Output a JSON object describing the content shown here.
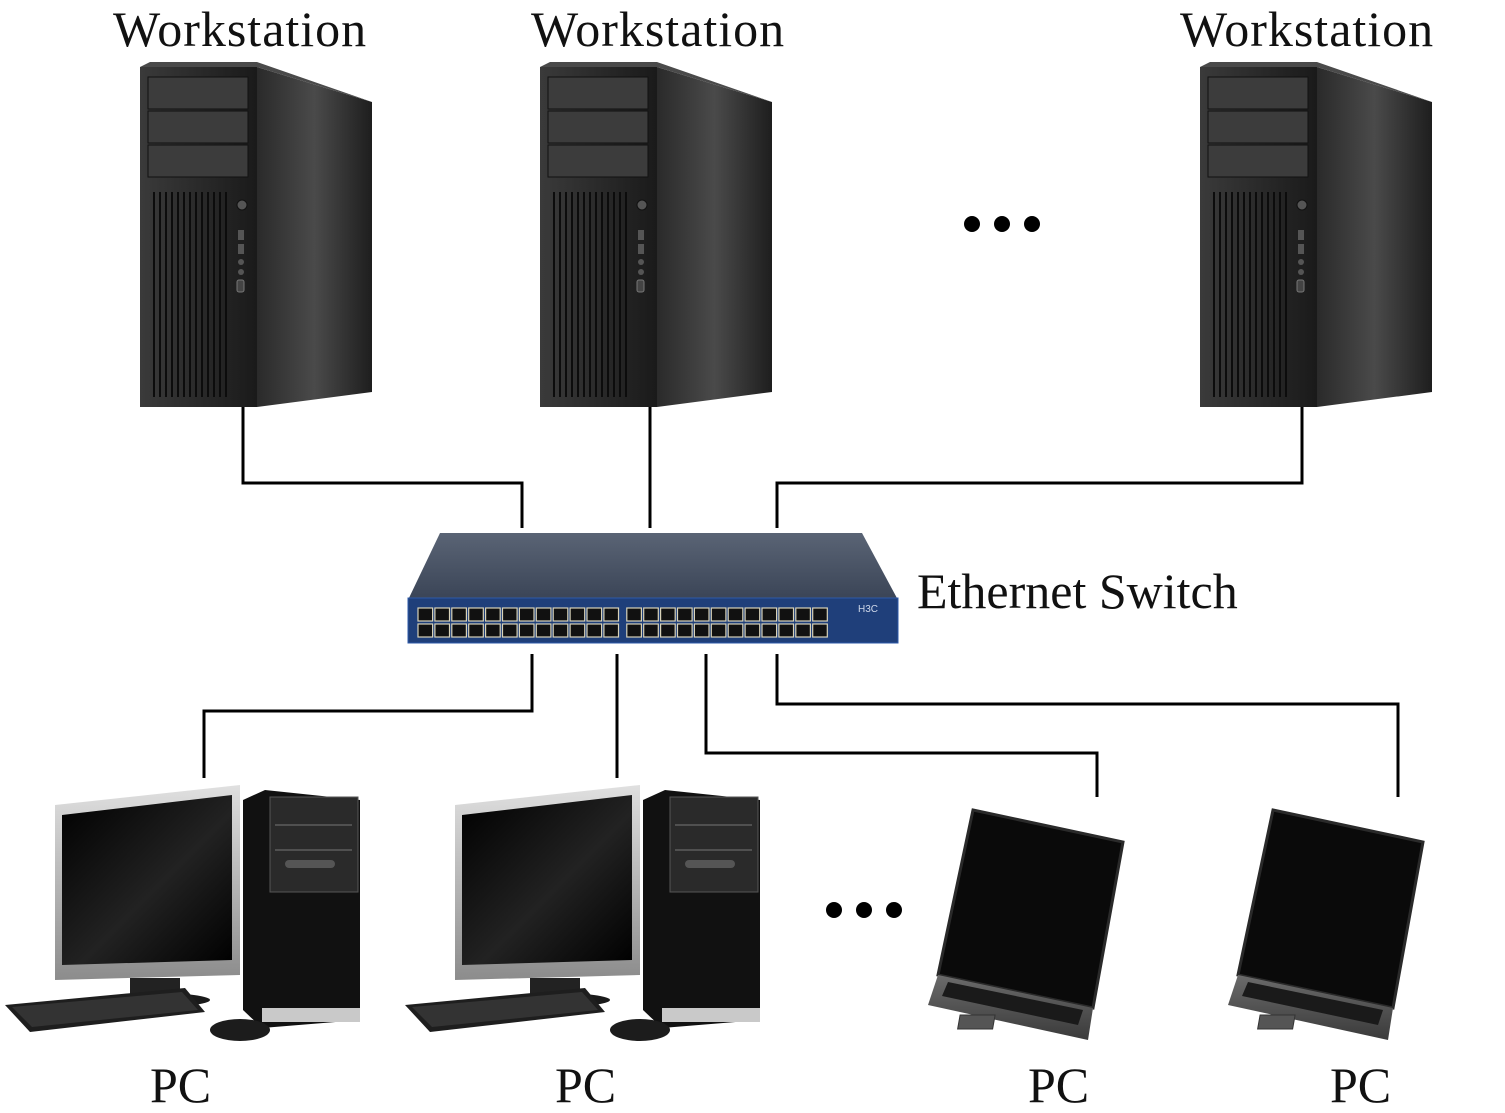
{
  "diagram": {
    "title": "",
    "nodes": {
      "workstations": [
        {
          "id": "ws1",
          "label": "Workstation"
        },
        {
          "id": "ws2",
          "label": "Workstation"
        },
        {
          "id": "ws3",
          "label": "Workstation"
        }
      ],
      "switch": {
        "id": "sw",
        "label": "Ethernet Switch",
        "brand": "H3C",
        "port_rows": 2,
        "ports_per_row": 24
      },
      "clients": [
        {
          "id": "pc1",
          "label": "PC",
          "kind": "desktop"
        },
        {
          "id": "pc2",
          "label": "PC",
          "kind": "desktop"
        },
        {
          "id": "pc3",
          "label": "PC",
          "kind": "laptop"
        },
        {
          "id": "pc4",
          "label": "PC",
          "kind": "laptop"
        }
      ]
    },
    "ellipsis": [
      "more-workstations",
      "more-pcs"
    ],
    "edges": [
      {
        "from": "ws1",
        "to": "sw"
      },
      {
        "from": "ws2",
        "to": "sw"
      },
      {
        "from": "ws3",
        "to": "sw"
      },
      {
        "from": "sw",
        "to": "pc1"
      },
      {
        "from": "sw",
        "to": "pc2"
      },
      {
        "from": "sw",
        "to": "pc3"
      },
      {
        "from": "sw",
        "to": "pc4"
      }
    ],
    "colors": {
      "line": "#000000",
      "switch_body": "#3d4a5e",
      "switch_front": "#1f3f7a",
      "tower": "#1b1b1b",
      "background": "#ffffff"
    }
  }
}
